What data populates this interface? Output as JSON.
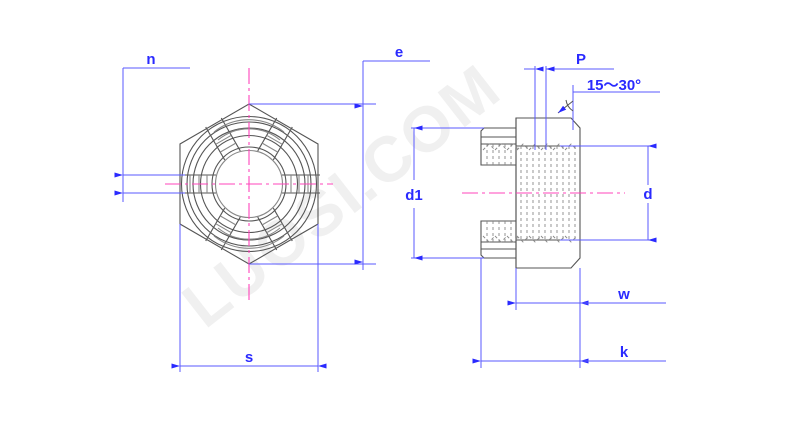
{
  "drawing": {
    "title": "Slotted Hex Castle Nut Engineering Drawing",
    "watermark": "LUOSI.COM",
    "colors": {
      "dimension": "#2a2aff",
      "outline": "#555555",
      "centerline": "#ff44bb",
      "hidden": "#777777",
      "watermark": "#f0f0f0",
      "background": "#ffffff"
    }
  },
  "views": {
    "front": {
      "name": "front-view",
      "description": "hex castle nut front view with six slots"
    },
    "side": {
      "name": "side-view",
      "description": "hex castle nut side section with thread"
    }
  },
  "dimensions": {
    "n": "n",
    "e": "e",
    "s": "s",
    "p": "P",
    "angle": "15〜30°",
    "d1": "d1",
    "d": "d",
    "w": "w",
    "k": "k"
  }
}
